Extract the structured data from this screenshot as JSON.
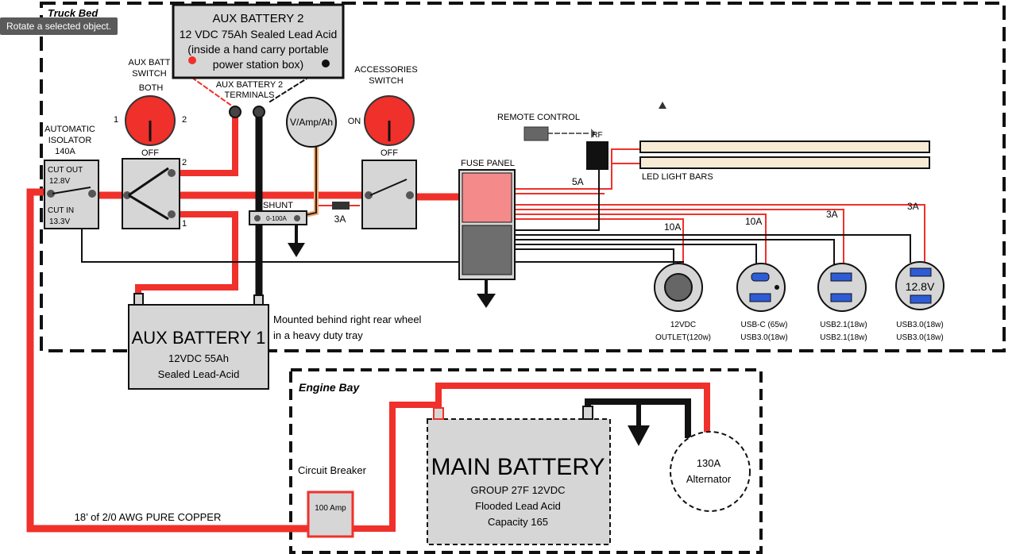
{
  "tooltip": "Rotate a selected object.",
  "sections": {
    "truck_bed": "Truck Bed",
    "engine_bay": "Engine Bay"
  },
  "aux_battery_2": {
    "title": "AUX BATTERY 2",
    "line1": "12 VDC 75Ah Sealed Lead Acid",
    "line2": "(inside a hand carry portable",
    "line3": "power station box)",
    "terminals_label_1": "AUX BATTERY 2",
    "terminals_label_2": "TERMINALS"
  },
  "aux_batt_switch": {
    "label_1": "AUX BATT",
    "label_2": "SWITCH",
    "label_3": "BOTH",
    "pos_1": "1",
    "pos_2": "2",
    "off": "OFF",
    "term_2": "2",
    "term_1": "1"
  },
  "isolator": {
    "label_1": "AUTOMATIC",
    "label_2": "ISOLATOR",
    "label_3": "140A",
    "cut_out": "CUT OUT",
    "cut_out_v": "12.8V",
    "cut_in": "CUT IN",
    "cut_in_v": "13.3V"
  },
  "meter": "V/Amp/Ah",
  "shunt": {
    "label": "SHUNT",
    "rating": "0-100A"
  },
  "fuse_3a": "3A",
  "accessories_switch": {
    "label_1": "ACCESSORIES",
    "label_2": "SWITCH",
    "on": "ON",
    "off": "OFF"
  },
  "fuse_panel": "FUSE PANEL",
  "remote_control": "REMOTE CONTROL",
  "rf": "RF",
  "led_light_bars": "LED LIGHT BARS",
  "fuses": {
    "f5a": "5A",
    "f10a_1": "10A",
    "f10a_2": "10A",
    "f3a_1": "3A",
    "f3a_2": "3A"
  },
  "outlets": [
    {
      "line1": "12VDC",
      "line2": "OUTLET(120w)"
    },
    {
      "line1": "USB-C (65w)",
      "line2": "USB3.0(18w)"
    },
    {
      "line1": "USB2.1(18w)",
      "line2": "USB2.1(18w)"
    },
    {
      "line1": "USB3.0(18w)",
      "line2": "USB3.0(18w)",
      "display": "12.8V"
    }
  ],
  "aux_battery_1": {
    "title": "AUX BATTERY 1",
    "line1": "12VDC  55Ah",
    "line2": "Sealed Lead-Acid",
    "mount_1": "Mounted behind right rear wheel",
    "mount_2": "in a heavy duty tray"
  },
  "circuit_breaker": {
    "label": "Circuit Breaker",
    "rating": "100 Amp"
  },
  "cable": "18’ of 2/0 AWG PURE COPPER",
  "main_battery": {
    "title": "MAIN BATTERY",
    "line1": "GROUP 27F 12VDC",
    "line2": "Flooded Lead Acid",
    "line3": "Capacity 165"
  },
  "alternator": {
    "line1": "130A",
    "line2": "Alternator"
  },
  "colors": {
    "positive": "#f0302a",
    "negative": "#111111",
    "box_fill": "#d6d6d6",
    "fuse_pos": "#f58a8a",
    "fuse_neg": "#6e6e6e",
    "knob": "#f0302a",
    "led_bar": "#f7ebd6"
  }
}
